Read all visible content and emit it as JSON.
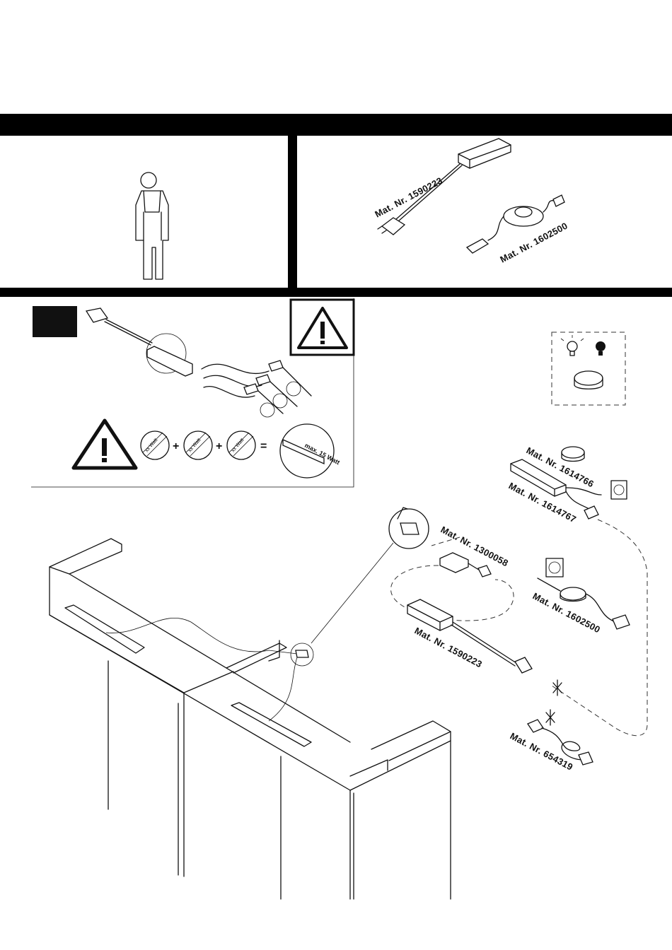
{
  "materials": {
    "transformer_top": "Mat. Nr. 1590223",
    "switch_top": "Mat. Nr. 1602500",
    "touch_dimmer": "Mat. Nr. 1614766",
    "dimmer_converter": "Mat. Nr. 1614767",
    "distributor": "Mat. Nr. 1300058",
    "switch_cable": "Mat. Nr. 1602500",
    "transformer_cable": "Mat. Nr. 1590223",
    "power_cable": "Mat. Nr. 654319"
  },
  "wattage": {
    "slot_1": "xx Watt",
    "slot_2": "xx Watt",
    "slot_3": "xx Watt",
    "plus_1": "+",
    "plus_2": "+",
    "equals": "=",
    "max_label": "max. 15 Watt"
  },
  "icons": {
    "warning_small": "warning-triangle-icon",
    "warning_large": "warning-triangle-icon",
    "person": "worker-overalls-icon",
    "bulb_on": "light-bulb-on-icon",
    "bulb_off": "light-bulb-off-icon",
    "not_allowed": "cross-mark-icon"
  },
  "colors": {
    "ink": "#111111",
    "band": "#000000",
    "paper": "#ffffff"
  }
}
